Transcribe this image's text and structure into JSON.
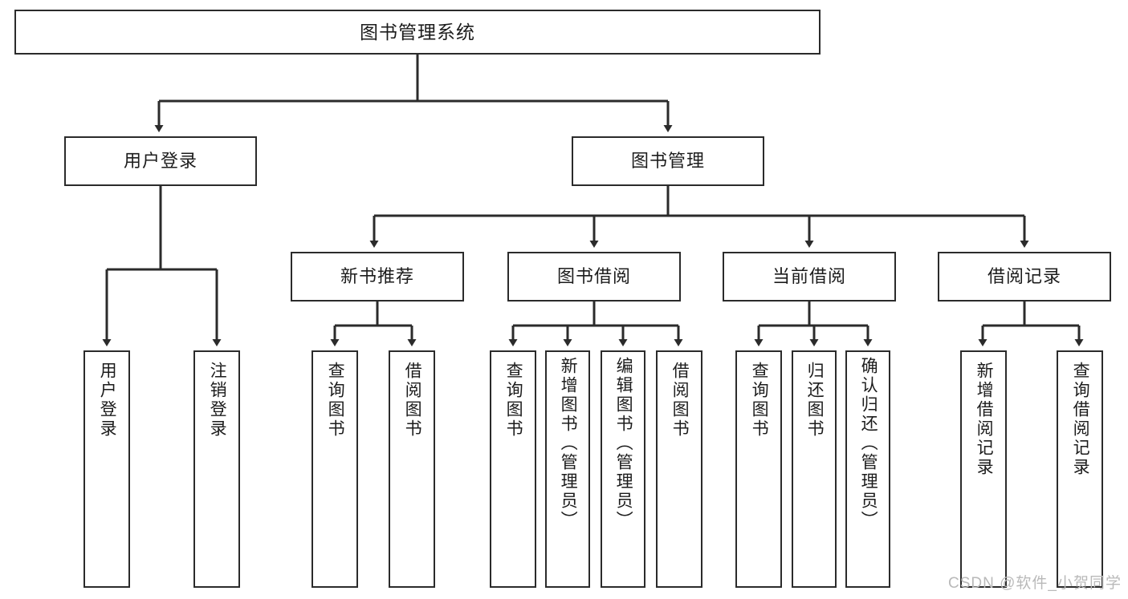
{
  "diagram": {
    "title": "图书管理系统",
    "watermark": "CSDN @软件_小贺同学",
    "stroke_color": "#2b2b2b",
    "background_color": "#ffffff",
    "text_color": "#1c1c1c",
    "watermark_color": "#b9b9b9",
    "levels": {
      "root": {
        "label": "图书管理系统"
      },
      "level2": [
        {
          "label": "用户登录"
        },
        {
          "label": "图书管理"
        }
      ],
      "level3": [
        {
          "label": "新书推荐"
        },
        {
          "label": "图书借阅"
        },
        {
          "label": "当前借阅"
        },
        {
          "label": "借阅记录"
        }
      ],
      "leaves": [
        {
          "label": "用户登录",
          "parent": "用户登录"
        },
        {
          "label": "注销登录",
          "parent": "用户登录"
        },
        {
          "label": "查询图书",
          "parent": "新书推荐"
        },
        {
          "label": "借阅图书",
          "parent": "新书推荐"
        },
        {
          "label": "查询图书",
          "parent": "图书借阅"
        },
        {
          "label": "新增图书（管理员）",
          "parent": "图书借阅"
        },
        {
          "label": "编辑图书（管理员）",
          "parent": "图书借阅"
        },
        {
          "label": "借阅图书",
          "parent": "图书借阅"
        },
        {
          "label": "查询图书",
          "parent": "当前借阅"
        },
        {
          "label": "归还图书",
          "parent": "当前借阅"
        },
        {
          "label": "确认归还（管理员）",
          "parent": "当前借阅"
        },
        {
          "label": "新增借阅记录",
          "parent": "借阅记录"
        },
        {
          "label": "查询借阅记录",
          "parent": "借阅记录"
        }
      ]
    }
  }
}
